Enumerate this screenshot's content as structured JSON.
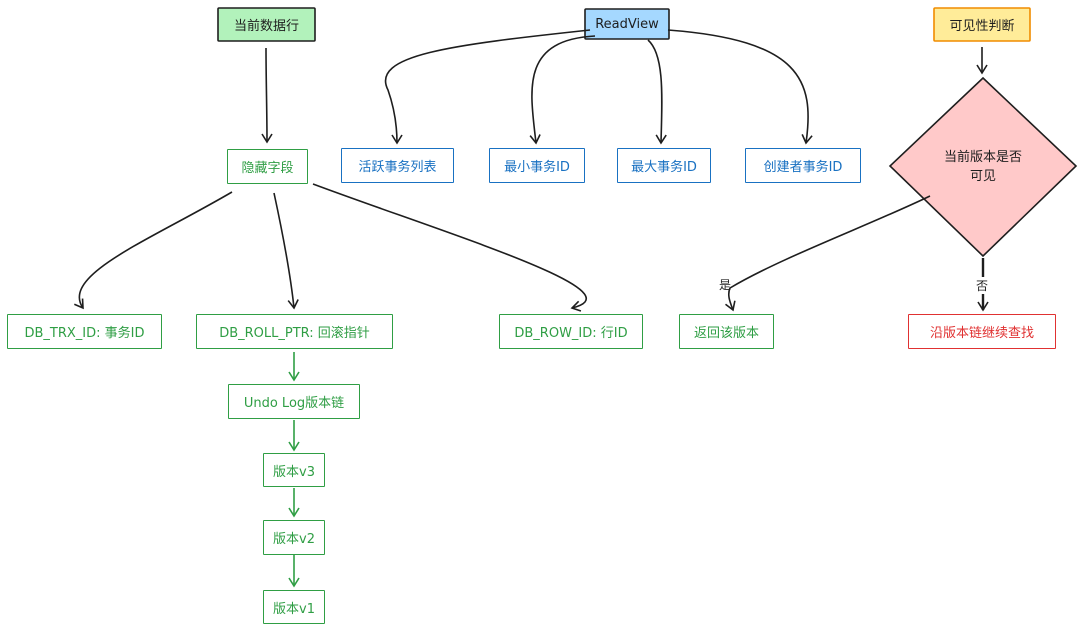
{
  "nodes": {
    "current_row": "当前数据行",
    "hidden_fields": "隐藏字段",
    "trx_id": "DB_TRX_ID: 事务ID",
    "roll_ptr": "DB_ROLL_PTR: 回滚指针",
    "row_id": "DB_ROW_ID: 行ID",
    "undo_chain": "Undo Log版本链",
    "v3": "版本v3",
    "v2": "版本v2",
    "v1": "版本v1",
    "readview": "ReadView",
    "active_list": "活跃事务列表",
    "min_trx": "最小事务ID",
    "max_trx": "最大事务ID",
    "creator_trx": "创建者事务ID",
    "visibility": "可见性判断",
    "question_line1": "当前版本是否",
    "question_line2": "可见",
    "return_version": "返回该版本",
    "continue_search": "沿版本链继续查找"
  },
  "edge_labels": {
    "yes": "是",
    "no": "否"
  },
  "colors": {
    "green_fill": "#b2f2bb",
    "blue_fill": "#a5d8ff",
    "orange_fill": "#ffec99",
    "diamond_fill": "#ffc9c9",
    "green_stroke": "#2f9e44",
    "blue_stroke": "#1971c2",
    "orange_stroke": "#f08c00",
    "red_stroke": "#e03131"
  }
}
